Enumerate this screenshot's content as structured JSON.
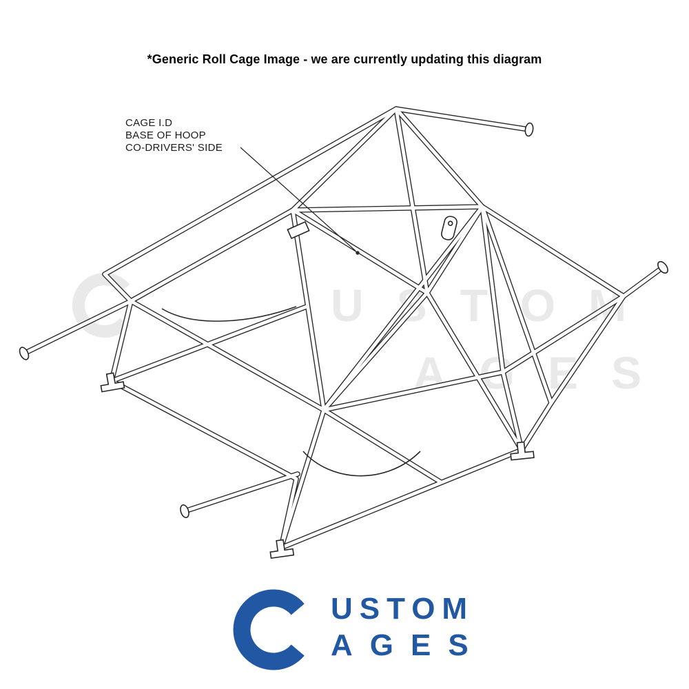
{
  "note": "*Generic Roll Cage Image - we are currently updating this diagram",
  "callout": {
    "line1": "CAGE I.D",
    "line2": "BASE OF HOOP",
    "line3": "CO-DRIVERS' SIDE"
  },
  "watermark": {
    "letter": "C",
    "word_top": "USTOM",
    "word_bottom": "AGES"
  },
  "logo": {
    "letter": "C",
    "word_top": "USTOM",
    "word_bottom": "AGES"
  },
  "colors": {
    "logo_blue": "#2257a4",
    "watermark_gray": "#e9e9e9",
    "line_color": "#262626"
  }
}
